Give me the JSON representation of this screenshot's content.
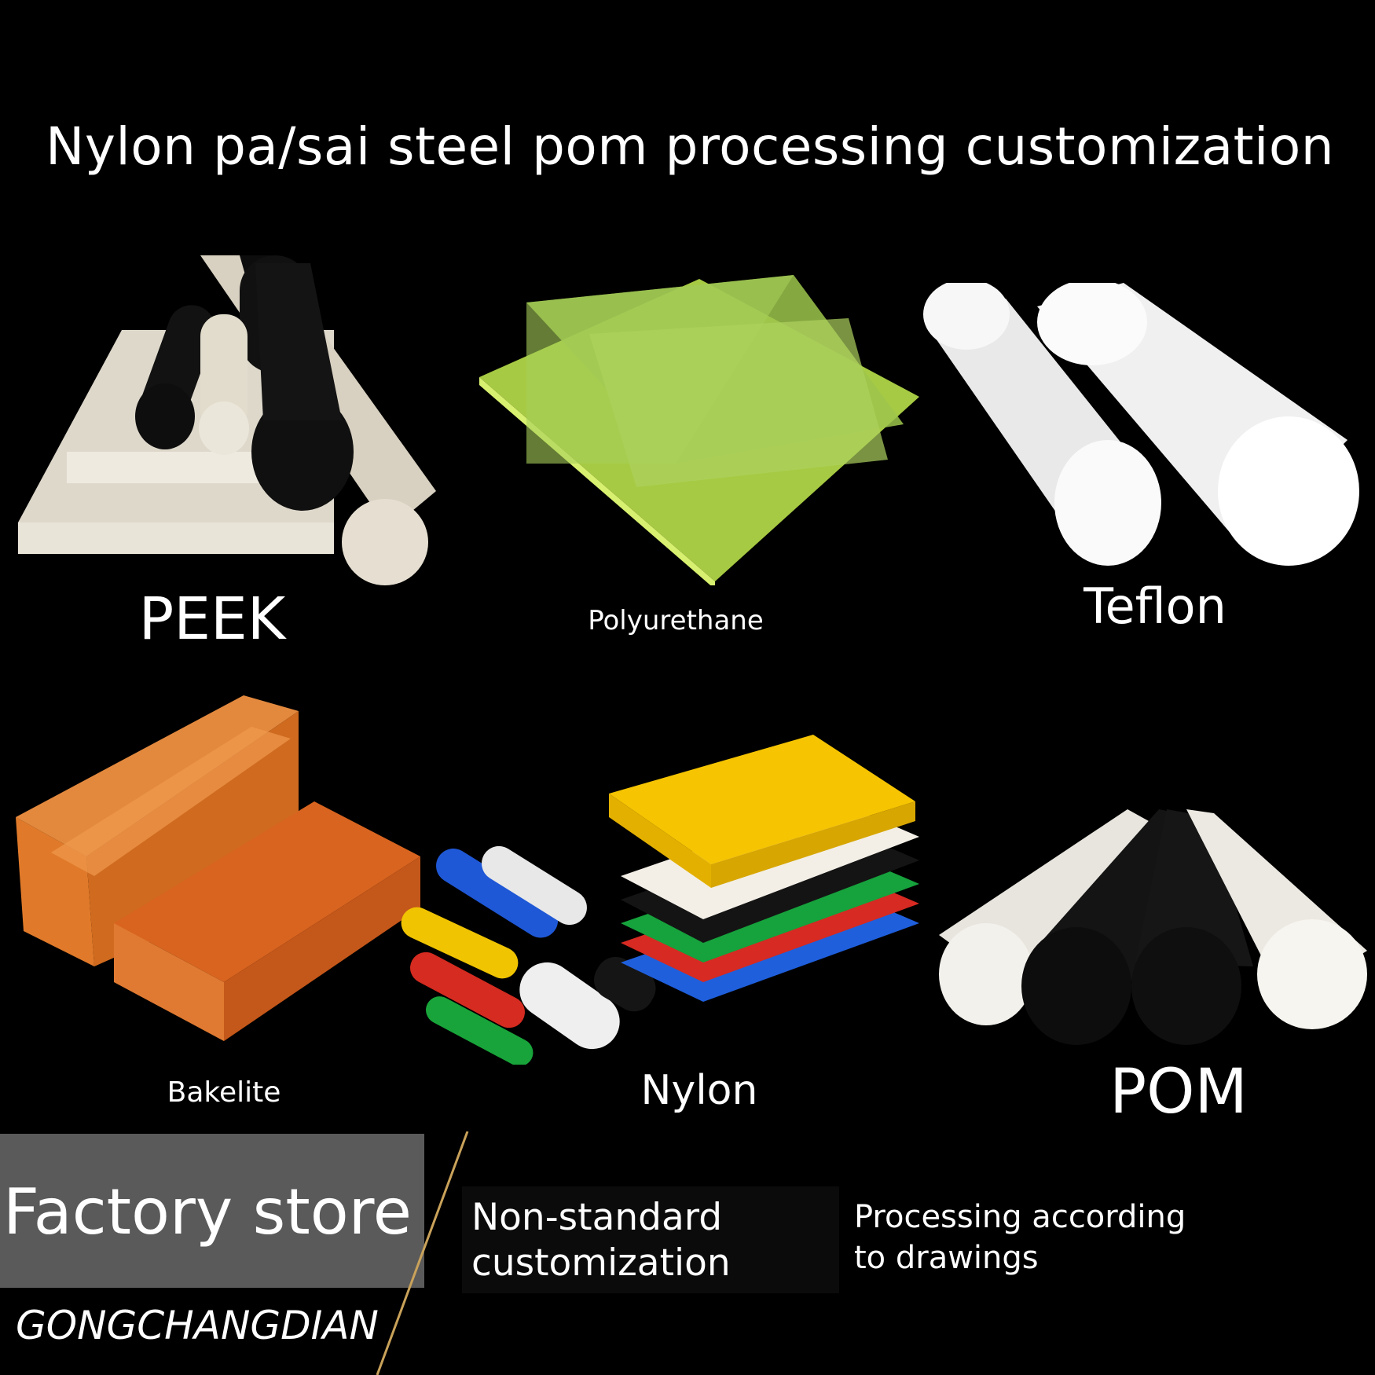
{
  "title": "Nylon pa/sai steel pom processing customization",
  "products": [
    {
      "name": "PEEK"
    },
    {
      "name": "Polyurethane"
    },
    {
      "name": "Teflon"
    },
    {
      "name": "Bakelite"
    },
    {
      "name": "Nylon"
    },
    {
      "name": "POM"
    }
  ],
  "banner": {
    "main": "Factory store",
    "feature1_line1": "Non-standard",
    "feature1_line2": "customization",
    "feature2_line1": "Processing according",
    "feature2_line2": "to drawings",
    "pinyin": "GONGCHANGDIAN"
  },
  "colors": {
    "background": "#000000",
    "banner_gray": "#5a5a5a",
    "peek_beige": "#e8e2d6",
    "polyurethane_green": "#cfe86a",
    "teflon_white": "#f4f4f4",
    "bakelite_orange": "#d96a25",
    "accent_gold": "#c9a25a"
  }
}
